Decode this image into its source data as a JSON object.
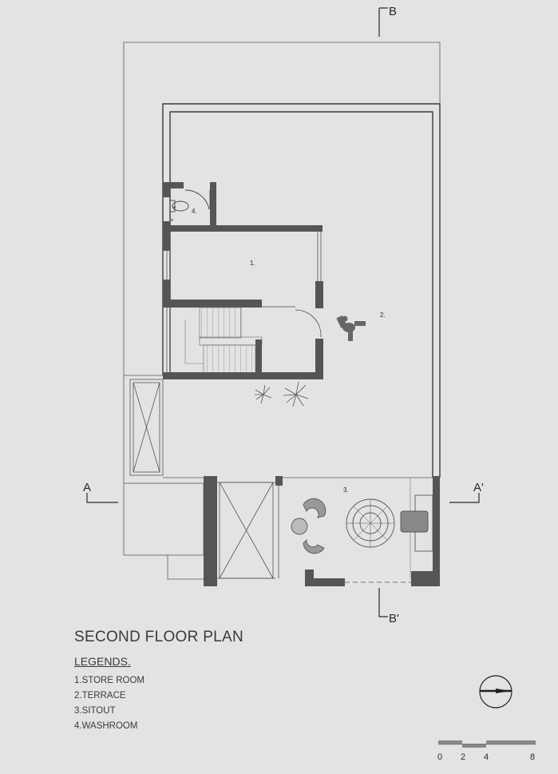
{
  "plan": {
    "title": "SECOND FLOOR PLAN",
    "legend_heading": "LEGENDS.",
    "legend_items": [
      "1.STORE ROOM",
      "2.TERRACE",
      "3.SITOUT",
      "4.WASHROOM"
    ],
    "room_tags": {
      "store_room": "1.",
      "terrace": "2.",
      "sitout": "3.",
      "washroom": "4."
    },
    "section_marks": {
      "a": "A",
      "a_prime": "A'",
      "b": "B",
      "b_prime": "B'"
    },
    "scale_bar_ticks": [
      "0",
      "2",
      "4",
      "8"
    ]
  }
}
